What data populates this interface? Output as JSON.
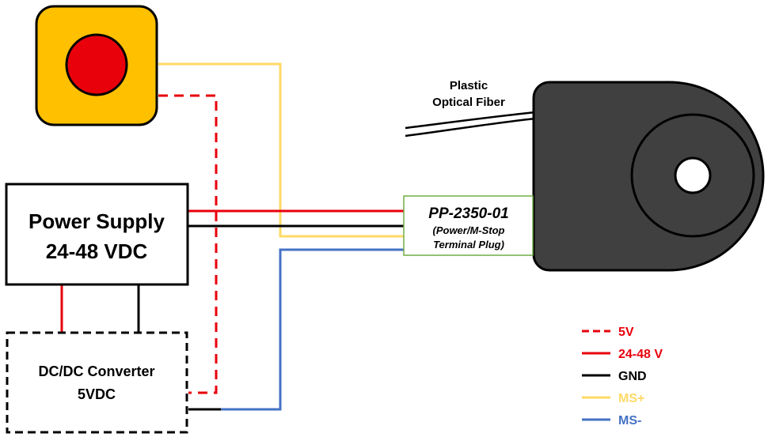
{
  "estop": {
    "icon": "emergency-stop-button"
  },
  "power_supply": {
    "line1": "Power Supply",
    "line2": "24-48 VDC"
  },
  "converter": {
    "line1": "DC/DC Converter",
    "line2": "5VDC"
  },
  "fiber": {
    "line1": "Plastic",
    "line2": "Optical Fiber"
  },
  "terminal_plug": {
    "part": "PP-2350-01",
    "line1": "(Power/M-Stop",
    "line2": "Terminal Plug)"
  },
  "device": {
    "icon": "encoder-device"
  },
  "legend": [
    {
      "label": "5V",
      "color": "#e8000b",
      "style": "dashed"
    },
    {
      "label": "24-48 V",
      "color": "#e8000b",
      "style": "solid"
    },
    {
      "label": "GND",
      "color": "#000000",
      "style": "solid"
    },
    {
      "label": "MS+",
      "color": "#ffd966",
      "style": "solid"
    },
    {
      "label": "MS-",
      "color": "#4472c4",
      "style": "solid"
    }
  ],
  "colors": {
    "red": "#e8000b",
    "black": "#000000",
    "yellow": "#ffd966",
    "blue": "#4472c4",
    "button_body": "#ffc000",
    "device_body": "#404040",
    "plug_border": "#70ad47"
  }
}
